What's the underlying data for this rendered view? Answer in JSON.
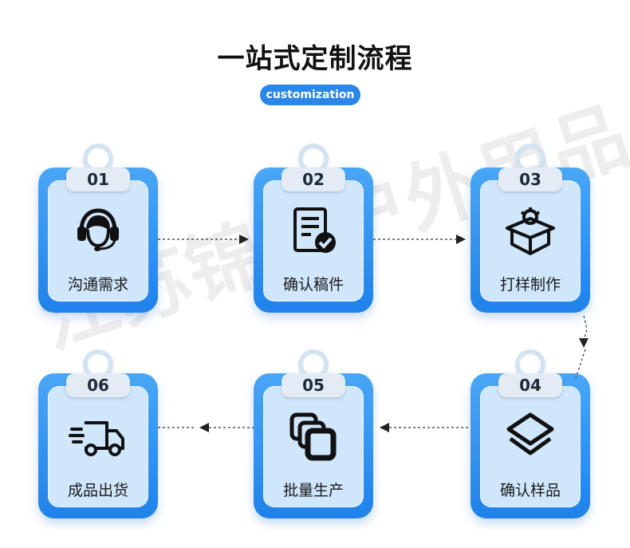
{
  "title": "一站式定制流程",
  "subtitle": "customization",
  "watermark": "江苏锦钧户外用品",
  "steps": [
    {
      "number": "01",
      "label": "沟通需求",
      "icon": "headset-icon"
    },
    {
      "number": "02",
      "label": "确认稿件",
      "icon": "document-check-icon"
    },
    {
      "number": "03",
      "label": "打样制作",
      "icon": "box-gear-icon"
    },
    {
      "number": "04",
      "label": "确认样品",
      "icon": "layers-icon"
    },
    {
      "number": "05",
      "label": "批量生产",
      "icon": "stacked-squares-icon"
    },
    {
      "number": "06",
      "label": "成品出货",
      "icon": "delivery-truck-icon"
    }
  ],
  "colors": {
    "accent": "#2a86e8",
    "board": "#1f82ea",
    "paper": "#cfe6fb",
    "clip": "#e3ecf5",
    "text": "#111111"
  }
}
